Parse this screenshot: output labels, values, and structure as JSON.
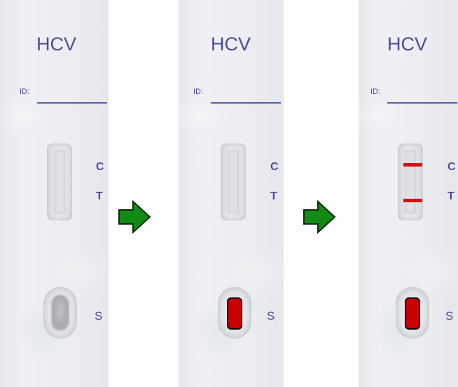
{
  "steps": [
    {
      "title": "HCV",
      "id_label": "ID:",
      "marks": {
        "c": "C",
        "t": "T",
        "s": "S"
      },
      "sample": "gray",
      "lines": []
    },
    {
      "title": "HCV",
      "id_label": "ID:",
      "marks": {
        "c": "C",
        "t": "T",
        "s": "S"
      },
      "sample": "red",
      "lines": []
    },
    {
      "title": "HCV",
      "id_label": "ID:",
      "marks": {
        "c": "C",
        "t": "T",
        "s": "S"
      },
      "sample": "red",
      "lines": [
        "control",
        "test"
      ]
    }
  ],
  "colors": {
    "text": "#4c4c9a",
    "sample_red": "#c80000",
    "result_line_red": "#d81010",
    "arrow_green": "#138a13"
  },
  "icons": [
    "right-arrow-icon",
    "right-arrow-icon"
  ]
}
